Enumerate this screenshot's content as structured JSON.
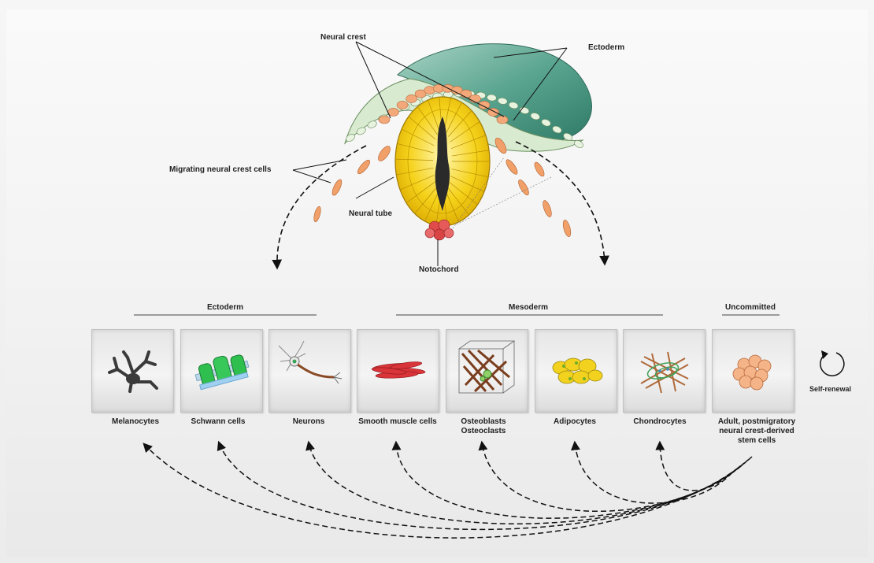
{
  "labels": {
    "neural_crest": "Neural crest",
    "ectoderm_top": "Ectoderm",
    "migrating": "Migrating neural crest cells",
    "neural_tube": "Neural tube",
    "notochord": "Notochord"
  },
  "groups": {
    "ectoderm": "Ectoderm",
    "mesoderm": "Mesoderm",
    "uncommitted": "Uncommitted"
  },
  "self_renewal": "Self-renewal",
  "cells": [
    {
      "name": "Melanocytes",
      "icon": "melanocyte-icon"
    },
    {
      "name": "Schwann cells",
      "icon": "schwann-cell-icon"
    },
    {
      "name": "Neurons",
      "icon": "neuron-icon"
    },
    {
      "name": "Smooth muscle cells",
      "icon": "smooth-muscle-icon"
    },
    {
      "name": "Osteoblasts",
      "name2": "Osteoclasts",
      "icon": "bone-cell-icon"
    },
    {
      "name": "Adipocytes",
      "icon": "adipocyte-icon"
    },
    {
      "name": "Chondrocytes",
      "icon": "chondrocyte-icon"
    },
    {
      "name": "Adult, postmigratory",
      "name2": "neural crest-derived",
      "name3": "stem cells",
      "icon": "stem-cell-cluster-icon"
    }
  ],
  "colors": {
    "neural_tube": "#f5d21a",
    "ectoderm": "#5aa590",
    "neural_crest_cells": "#f2a878",
    "notochord": "#e04a4a"
  }
}
